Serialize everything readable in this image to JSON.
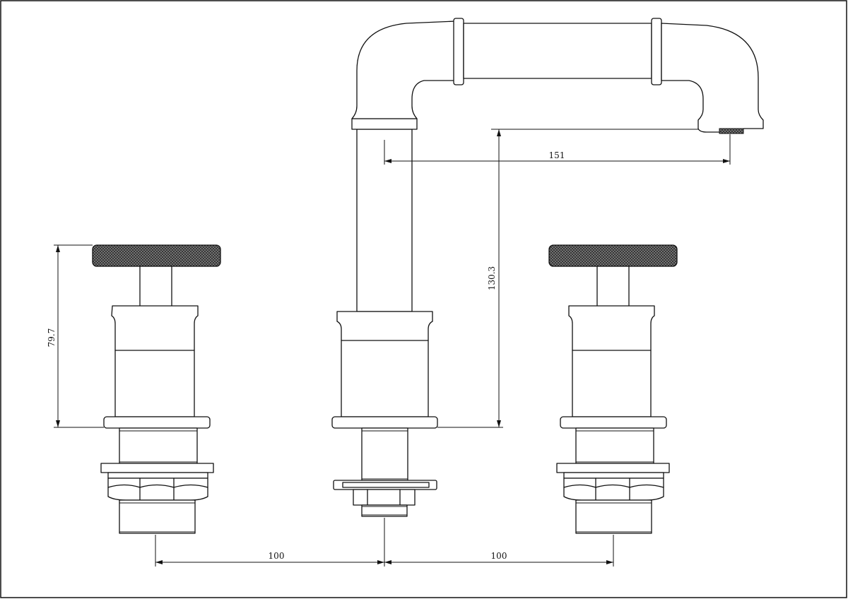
{
  "drawing": {
    "border_color": "#111111",
    "knurl_color": "#2b2b2b"
  },
  "dimensions": {
    "handle_height": "79.7",
    "spout_height": "130.3",
    "spout_reach": "151",
    "left_spacing": "100",
    "right_spacing": "100"
  }
}
